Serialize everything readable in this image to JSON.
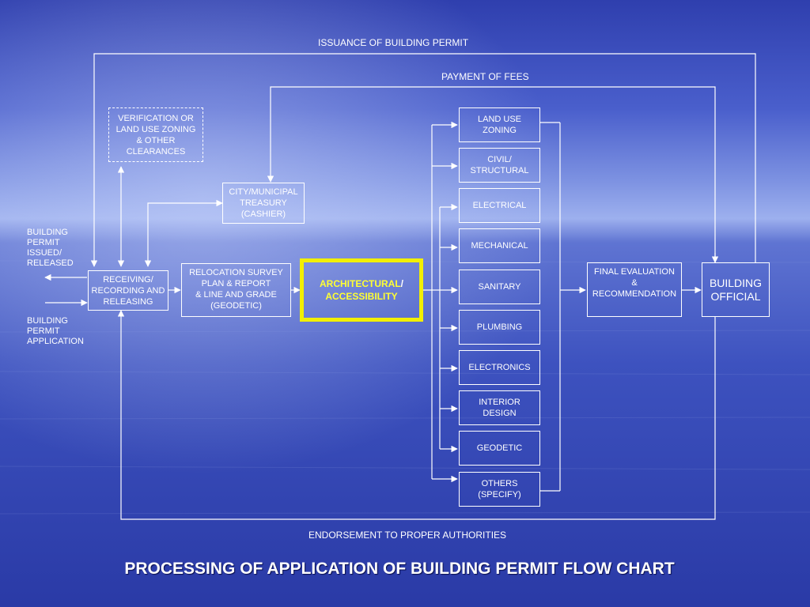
{
  "title": "PROCESSING OF APPLICATION OF BUILDING PERMIT FLOW CHART",
  "colors": {
    "background": "#3a4fc0",
    "lines": "#ffffff",
    "highlight": "#f2ef00"
  },
  "flow_labels": {
    "issuance": "ISSUANCE OF BUILDING PERMIT",
    "payment": "PAYMENT OF FEES",
    "endorsement": "ENDORSEMENT TO PROPER AUTHORITIES"
  },
  "side_labels": {
    "issued": "BUILDING\nPERMIT\nISSUED/\nRELEASED",
    "application": "BUILDING\nPERMIT\nAPPLICATION"
  },
  "boxes": {
    "verification": "VERIFICATION OR\nLAND USE ZONING\n& OTHER\nCLEARANCES",
    "treasury": "CITY/MUNICIPAL\nTREASURY\n(CASHIER)",
    "receiving": "RECEIVING/\nRECORDING AND\nRELEASING",
    "relocation": "RELOCATION SURVEY\nPLAN & REPORT\n& LINE AND GRADE\n(GEODETIC)",
    "architectural_a": "ARCHITECTURAL",
    "architectural_slash": "/",
    "architectural_b": "ACCESSIBILITY",
    "final_evaluation": "FINAL EVALUATION\n&\nRECOMMENDATION",
    "building_official": "BUILDING\nOFFICIAL"
  },
  "review_boxes": [
    "LAND USE\nZONING",
    "CIVIL/\nSTRUCTURAL",
    "ELECTRICAL",
    "MECHANICAL",
    "SANITARY",
    "PLUMBING",
    "ELECTRONICS",
    "INTERIOR\nDESIGN",
    "GEODETIC",
    "OTHERS\n(SPECIFY)"
  ]
}
